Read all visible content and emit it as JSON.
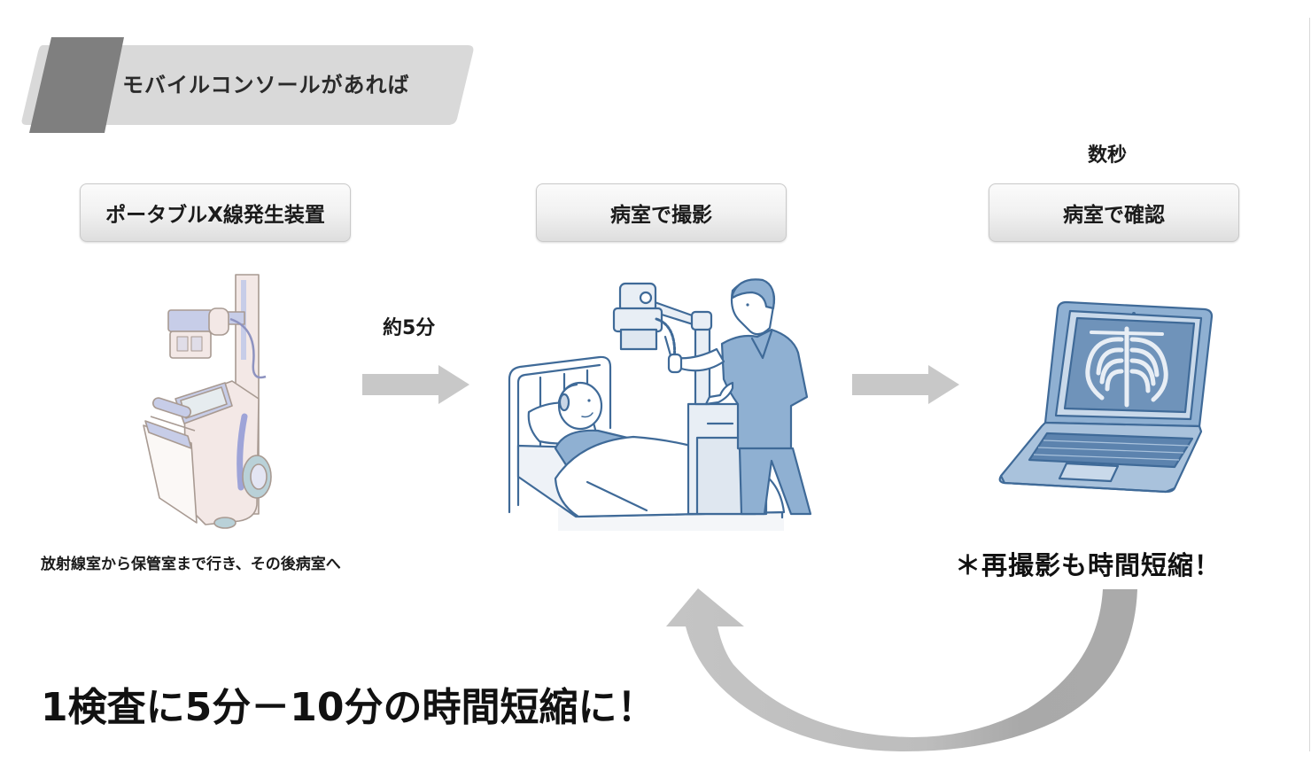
{
  "header": {
    "title": "モバイルコンソールがあれば"
  },
  "steps": [
    {
      "label": "ポータブルX線発生装置",
      "illustration": "portable-xray-machine-icon"
    },
    {
      "label": "病室で撮影",
      "illustration": "bedside-xray-scene-icon"
    },
    {
      "label": "病室で確認",
      "illustration": "laptop-chest-xray-icon"
    }
  ],
  "durations": {
    "step1_to_step2": "約5分",
    "step2_to_step3": "数秒"
  },
  "notes": {
    "route": "放射線室から保管室まで行き、その後病室へ",
    "retake": "＊再撮影も時間短縮！"
  },
  "headline": "1検査に5分－10分の時間短縮に！",
  "colors": {
    "banner_bg": "#d9d9d9",
    "banner_accent": "#7f7f7f",
    "arrow_gray": "#c8c8c8",
    "curve_arrow_dark": "#a8a8a8",
    "illustration_blue": "#8fb0d2",
    "illustration_outline": "#3f6a98"
  }
}
